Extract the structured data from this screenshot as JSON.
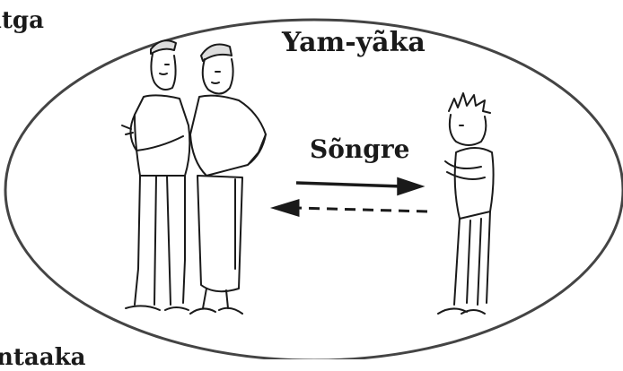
{
  "labels": {
    "left_cut": "ıtga",
    "title": "Yam-yãka",
    "relation": "Sõngre",
    "bottom_cut": "ntaaka"
  },
  "illustration": {
    "adults_count": 2,
    "child_count": 1,
    "arrow_solid": "adults → child",
    "arrow_dashed": "child → adults",
    "ink_color": "#1a1a1a",
    "ellipse_color": "#444444"
  }
}
